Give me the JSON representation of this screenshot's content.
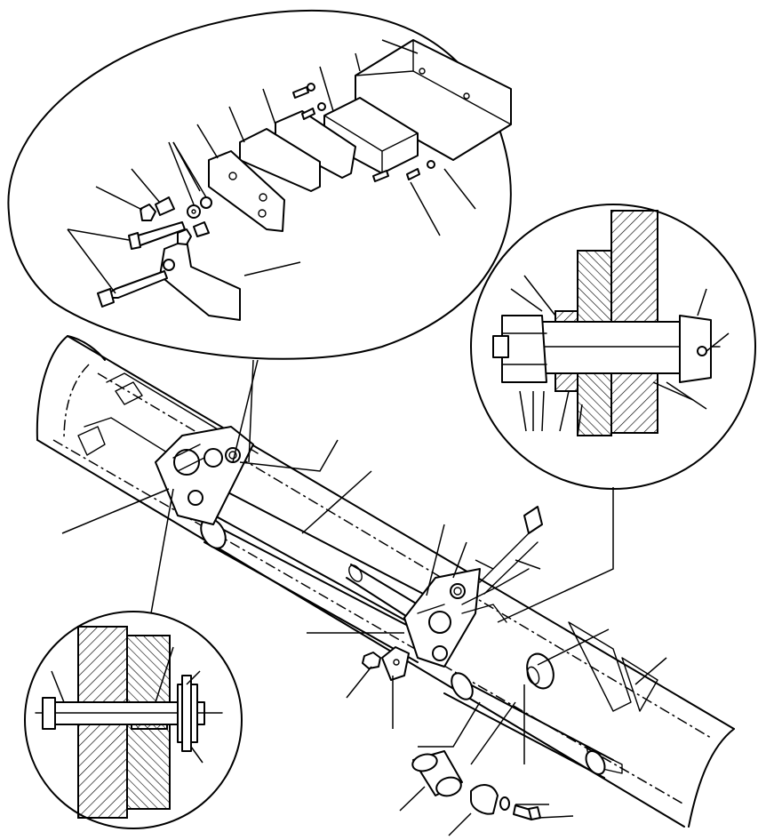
{
  "figure": {
    "title": "",
    "views": [
      "exploded-view-bracket-assembly",
      "section-view-bolt-right",
      "section-view-bolt-left",
      "main-blade-assembly"
    ],
    "callouts": []
  }
}
